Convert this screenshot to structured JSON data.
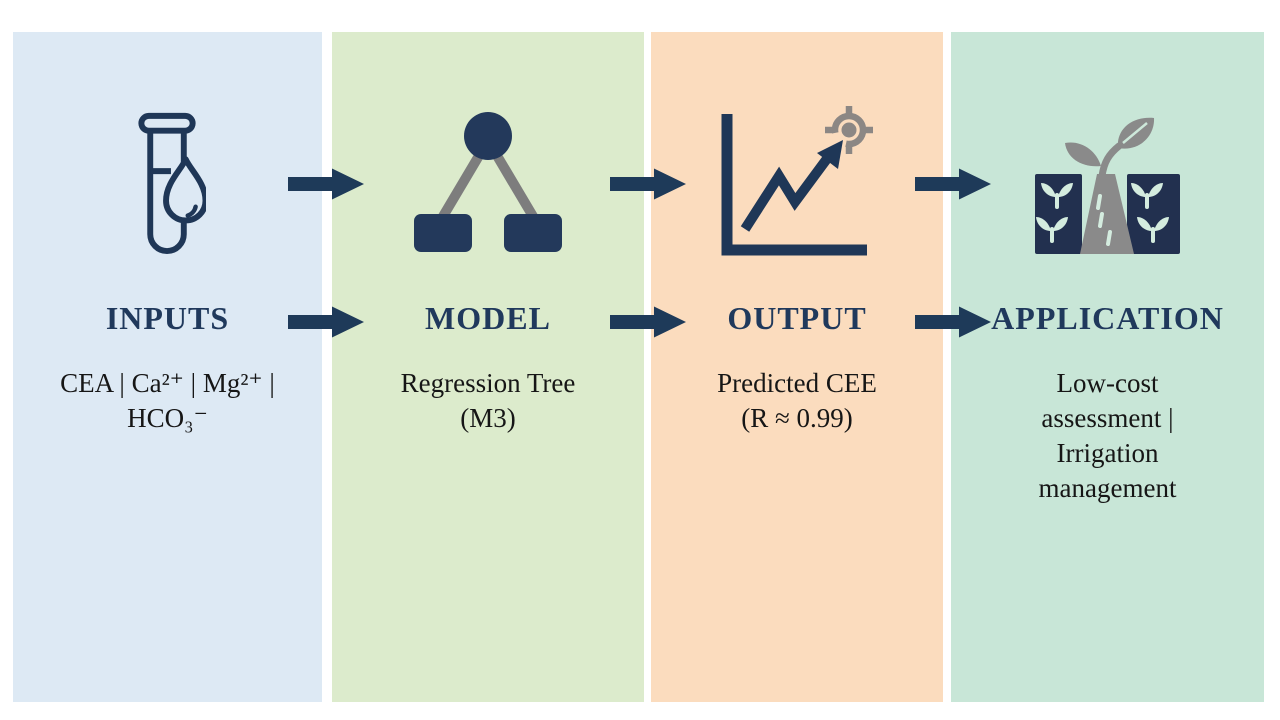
{
  "figure": {
    "type": "process-flow-diagram",
    "stages": 4,
    "flow_direction": "left-to-right"
  },
  "colors": {
    "navy": "#1f3757",
    "title_navy": "#20395c",
    "body_text": "#161616",
    "arrow_navy": "#1e3a59",
    "connector_gray": "#7d7d7d",
    "target_gray": "#8c8784",
    "field_gray": "#8a8a8a",
    "seedling_mint": "#d4ecdf",
    "panel_blue": "#dde9f4",
    "panel_green": "#dcebcc",
    "panel_peach": "#fbdcbe",
    "panel_mint": "#c8e6d7"
  },
  "panels": [
    {
      "name": "inputs",
      "bg": "#dde9f4",
      "icon": "test-tube-icon",
      "title": "INPUTS",
      "desc_lines": [
        "CEA | Ca²⁺ | Mg²⁺ |",
        "HCO₃⁻"
      ]
    },
    {
      "name": "model",
      "bg": "#dcebcc",
      "icon": "decision-tree-icon",
      "title": "MODEL",
      "desc_lines": [
        "Regression Tree",
        "(M3)"
      ]
    },
    {
      "name": "output",
      "bg": "#fbdcbe",
      "icon": "chart-target-icon",
      "title": "OUTPUT",
      "desc_lines": [
        "Predicted CEE",
        "(R ≈ 0.99)"
      ]
    },
    {
      "name": "application",
      "bg": "#c8e6d7",
      "icon": "field-sprout-icon",
      "title": "APPLICATION",
      "desc_lines": [
        "Low-cost",
        "assessment |",
        "Irrigation",
        "management"
      ]
    }
  ],
  "arrows": {
    "count": 6,
    "direction": "right",
    "color": "#1e3a59"
  }
}
